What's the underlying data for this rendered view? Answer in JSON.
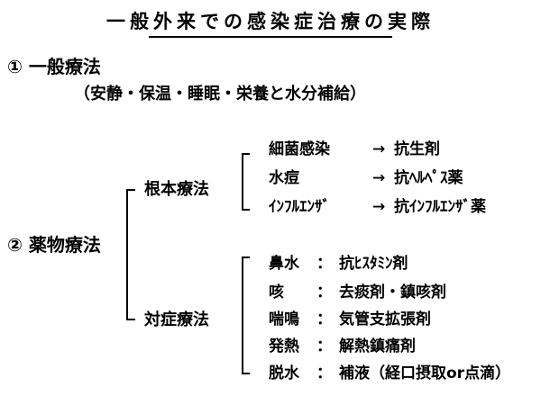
{
  "title": "一般外来での感染症治療の実際",
  "sections": [
    {
      "label": "① 一般療法",
      "note": "（安静・保温・睡眠・栄養と水分補給）"
    },
    {
      "label": "② 薬物療法"
    }
  ],
  "groups": [
    {
      "label": "根本療法",
      "items": [
        {
          "name": "細菌感染",
          "arrow": "→",
          "treatment": "抗生剤"
        },
        {
          "name": "水痘",
          "arrow": "→",
          "treatment": "抗ﾍﾙﾍﾟｽ薬"
        },
        {
          "name": "ｲﾝﾌﾙｴﾝｻﾞ",
          "arrow": "→",
          "treatment": "抗ｲﾝﾌﾙｴﾝｻﾞ薬"
        }
      ]
    },
    {
      "label": "対症療法",
      "items": [
        {
          "name": "鼻水",
          "sep": "：",
          "treatment": "抗ﾋｽﾀﾐﾝ剤"
        },
        {
          "name": "咳",
          "sep": "：",
          "treatment": "去痰剤・鎮咳剤"
        },
        {
          "name": "喘鳴",
          "sep": "：",
          "treatment": "気管支拡張剤"
        },
        {
          "name": "発熱",
          "sep": "：",
          "treatment": "解熱鎮痛剤"
        },
        {
          "name": "脱水",
          "sep": "：",
          "treatment": "補液（経口摂取or点滴）"
        }
      ]
    }
  ]
}
